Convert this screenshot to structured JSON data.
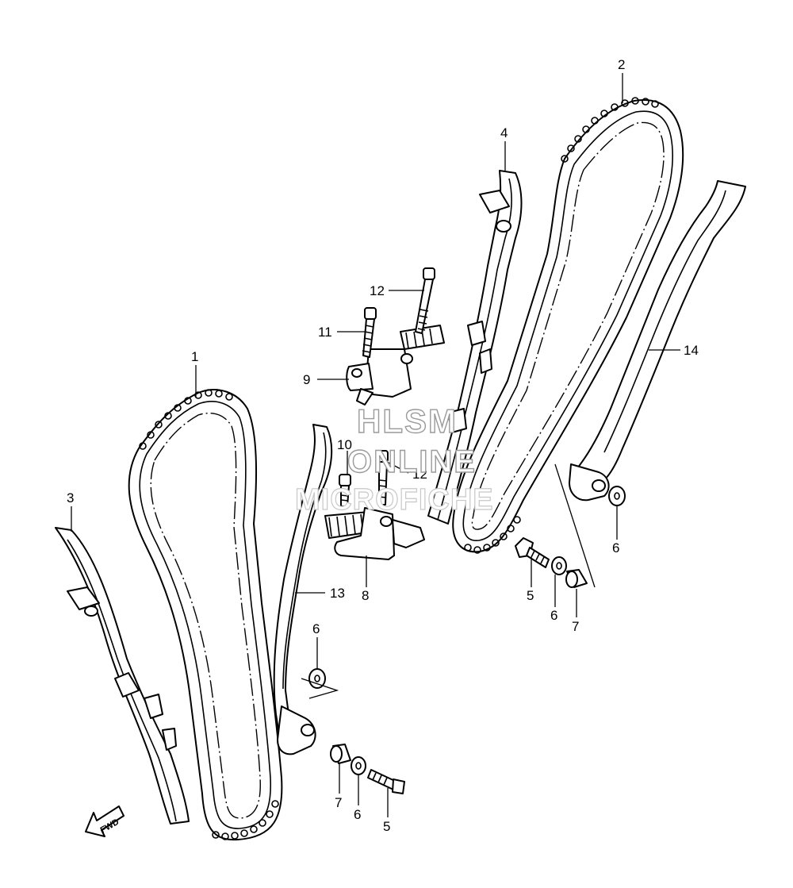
{
  "callouts": {
    "c1": "1",
    "c2": "2",
    "c3": "3",
    "c4": "4",
    "c5a": "5",
    "c5b": "5",
    "c6a": "6",
    "c6b": "6",
    "c6c": "6",
    "c6d": "6",
    "c7a": "7",
    "c7b": "7",
    "c8": "8",
    "c9": "9",
    "c10": "10",
    "c11": "11",
    "c12a": "12",
    "c12b": "12",
    "c13": "13",
    "c14": "14"
  },
  "watermark": {
    "line1": "HLSM",
    "line2": "ONLINE",
    "line3": "MICROFICHE"
  },
  "fwd_label": "FWD"
}
